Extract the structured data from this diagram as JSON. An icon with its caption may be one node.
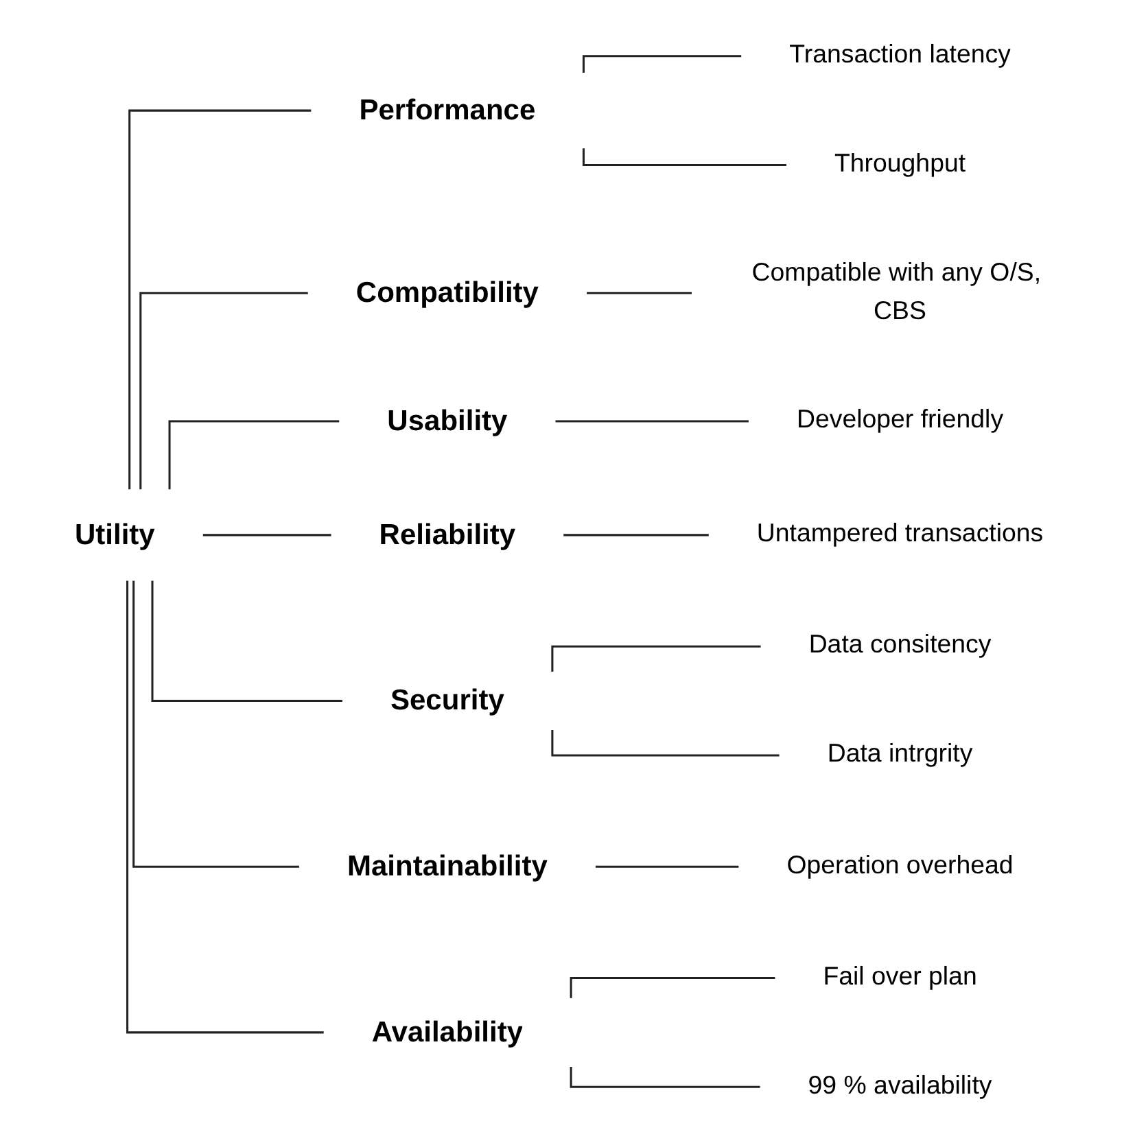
{
  "diagram": {
    "nodes": [
      {
        "text": [
          "Utility"
        ]
      },
      {
        "text": [
          "Performance"
        ]
      },
      {
        "text": [
          "Transaction latency"
        ]
      },
      {
        "text": [
          "Throughput"
        ]
      },
      {
        "text": [
          "Compatibility"
        ]
      },
      {
        "text": [
          "Compatible with any O/S, CBS"
        ]
      },
      {
        "text": [
          "Usability"
        ]
      },
      {
        "text": [
          "Developer friendly"
        ]
      },
      {
        "text": [
          "Reliability"
        ]
      },
      {
        "text": [
          "Untampered transactions"
        ]
      },
      {
        "text": [
          "Security"
        ]
      },
      {
        "text": [
          "Data consitency"
        ]
      },
      {
        "text": [
          "Data intrgrity"
        ]
      },
      {
        "text": [
          "Maintainability"
        ]
      },
      {
        "text": [
          "Operation overhead"
        ]
      },
      {
        "text": [
          "Availability"
        ]
      },
      {
        "text": [
          "Fail over plan"
        ]
      },
      {
        "text": [
          "99 % availability"
        ]
      }
    ],
    "edges": [
      {
        "from": 0,
        "to": 1,
        "arrow": "none"
      },
      {
        "from": 0,
        "to": 4,
        "arrow": "none"
      },
      {
        "from": 0,
        "to": 6,
        "arrow": "none"
      },
      {
        "from": 0,
        "to": 8,
        "arrow": "none"
      },
      {
        "from": 0,
        "to": 10,
        "arrow": "none"
      },
      {
        "from": 0,
        "to": 13,
        "arrow": "none"
      },
      {
        "from": 0,
        "to": 15,
        "arrow": "none"
      },
      {
        "from": 1,
        "to": 2,
        "arrow": "none"
      },
      {
        "from": 1,
        "to": 3,
        "arrow": "none"
      },
      {
        "from": 4,
        "to": 5,
        "arrow": "none"
      },
      {
        "from": 6,
        "to": 7,
        "arrow": "none"
      },
      {
        "from": 8,
        "to": 9,
        "arrow": "none"
      },
      {
        "from": 10,
        "to": 11,
        "arrow": "none"
      },
      {
        "from": 10,
        "to": 12,
        "arrow": "none"
      },
      {
        "from": 13,
        "to": 14,
        "arrow": "none"
      },
      {
        "from": 15,
        "to": 16,
        "arrow": "none"
      },
      {
        "from": 15,
        "to": 17,
        "arrow": "none"
      }
    ]
  }
}
